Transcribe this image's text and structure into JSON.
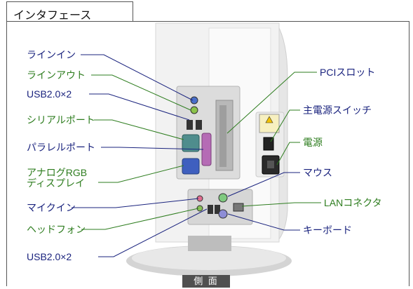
{
  "header": {
    "title": "インタフェース"
  },
  "caption": "側 面",
  "colors": {
    "blue_callout": "#1a237e",
    "green_callout": "#2e7d1f"
  },
  "labels": {
    "line_in": "ラインイン",
    "line_out": "ラインアウト",
    "usb_top": "USB2.0×2",
    "serial_port": "シリアルポート",
    "parallel_port": "パラレルポート",
    "analog_rgb_line1": "アナログRGB",
    "analog_rgb_line2": "ディスプレイ",
    "mic_in": "マイクイン",
    "headphone": "ヘッドフォン",
    "usb_bottom": "USB2.0×2",
    "pci_slot": "PCIスロット",
    "main_power_switch": "主電源スイッチ",
    "power": "電源",
    "mouse": "マウス",
    "lan_connector": "LANコネクタ",
    "keyboard": "キーボード"
  }
}
